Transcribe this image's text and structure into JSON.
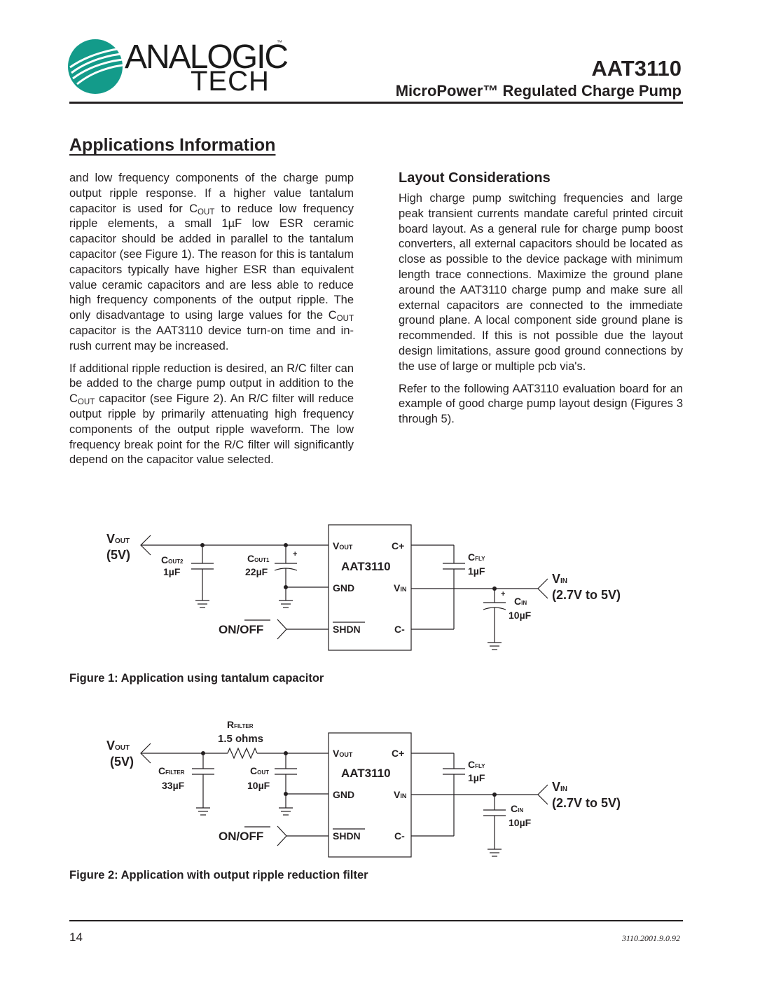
{
  "header": {
    "logo_line1": "ANALOGIC",
    "logo_line2": "TECH",
    "logo_tm": "™",
    "part_number": "AAT3110",
    "subtitle": "MicroPower™ Regulated Charge Pump"
  },
  "section_title": "Applications Information",
  "left_column": {
    "p1": [
      "and low frequency components of the charge pump output ripple response.  If a higher value tantalum capacitor is used for C",
      "OUT",
      " to reduce low frequency ripple elements, a small 1µF low ESR ceramic capacitor should be added in parallel to the tantalum capacitor (see Figure 1).  The reason for this is tantalum capacitors typically have higher ESR than equivalent value ceramic capacitors and are less able to reduce high frequency components of the output ripple.  The only disadvantage to using large values for the C",
      "OUT",
      " capacitor is the AAT3110 device turn-on time and in-rush current may be increased."
    ],
    "p2": [
      "If additional ripple reduction is desired, an R/C filter can be added to the charge pump output in addition to the C",
      "OUT",
      " capacitor (see Figure 2).  An R/C filter will reduce output ripple by primarily attenuating high frequency components of the output ripple waveform.  The low frequency break point for the R/C filter will significantly depend on the capacitor value selected."
    ]
  },
  "right_column": {
    "heading": "Layout Considerations",
    "p1": "High charge pump switching frequencies and large peak transient currents mandate careful printed circuit board layout.  As a general rule for charge pump boost converters, all external capacitors should be located as close as possible to the device package with minimum length trace connections.  Maximize the ground plane around the AAT3110 charge pump and make sure all external capacitors are connected to the immediate ground plane.  A local component side ground plane is recommended.  If this is not possible due the layout design limitations, assure good ground connections by the use of large or multiple pcb via's.",
    "p2": "Refer to the following AAT3110 evaluation board for an example of good charge pump layout design (Figures 3 through 5)."
  },
  "figure1": {
    "caption": "Figure 1: Application using tantalum capacitor",
    "vout_v": "V",
    "vout_sub": "OUT",
    "vout_val": "(5V)",
    "c1_c": "C",
    "c1_sub": "OUT2",
    "c1_val": "1µF",
    "c2_c": "C",
    "c2_sub": "OUT1",
    "c2_val": "22µF",
    "plus": "+",
    "ic_name": "AAT3110",
    "pin_vout_v": "V",
    "pin_vout_sub": "OUT",
    "pin_cplus": "C+",
    "pin_gnd": "GND",
    "pin_vin_v": "V",
    "pin_vin_sub": "IN",
    "pin_shdn": "SHDN",
    "pin_cminus": "C-",
    "onoff_on": "ON/",
    "onoff_off": "OFF",
    "cfly_c": "C",
    "cfly_sub": "FLY",
    "cfly_val": "1µF",
    "vin_v": "V",
    "vin_sub": "IN",
    "vin_val": "(2.7V to 5V)",
    "cin_c": "C",
    "cin_sub": "IN",
    "cin_val": "10µF"
  },
  "figure2": {
    "caption": "Figure 2: Application with output ripple reduction filter",
    "vout_v": "V",
    "vout_sub": "OUT",
    "vout_val": "(5V)",
    "r_r": "R",
    "r_sub": "FILTER",
    "r_val": "1.5 ohms",
    "cf_c": "C",
    "cf_sub": "FILTER",
    "cf_val": "33µF",
    "cout_c": "C",
    "cout_sub": "OUT",
    "cout_val": "10µF",
    "ic_name": "AAT3110",
    "pin_vout_v": "V",
    "pin_vout_sub": "OUT",
    "pin_cplus": "C+",
    "pin_gnd": "GND",
    "pin_vin_v": "V",
    "pin_vin_sub": "IN",
    "pin_shdn": "SHDN",
    "pin_cminus": "C-",
    "onoff_on": "ON/",
    "onoff_off": "OFF",
    "cfly_c": "C",
    "cfly_sub": "FLY",
    "cfly_val": "1µF",
    "vin_v": "V",
    "vin_sub": "IN",
    "vin_val": "(2.7V to 5V)",
    "cin_c": "C",
    "cin_sub": "IN",
    "cin_val": "10µF"
  },
  "footer": {
    "page_number": "14",
    "doc_id": "3110.2001.9.0.92"
  }
}
